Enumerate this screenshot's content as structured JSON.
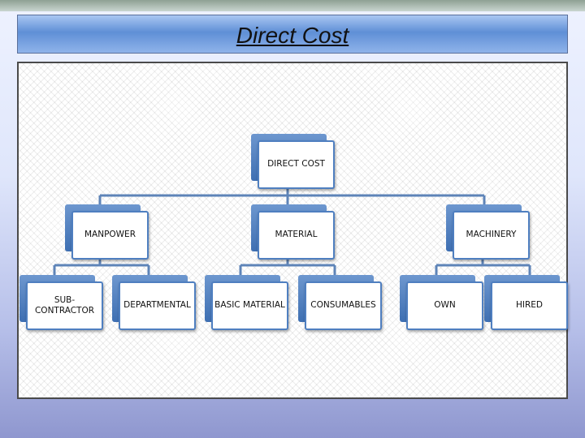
{
  "slide_title": "Direct Cost",
  "colors": {
    "box_blue": "#4f7fc0",
    "connector": "#5e84b8"
  },
  "chart": {
    "root": "DIRECT COST",
    "level1": [
      "MANPOWER",
      "MATERIAL",
      "MACHINERY"
    ],
    "manpower_children": [
      "SUB-\nCONTRACTOR",
      "DEPARTMENTAL"
    ],
    "material_children": [
      "BASIC MATERIAL",
      "CONSUMABLES"
    ],
    "machinery_children": [
      "OWN",
      "HIRED"
    ]
  }
}
